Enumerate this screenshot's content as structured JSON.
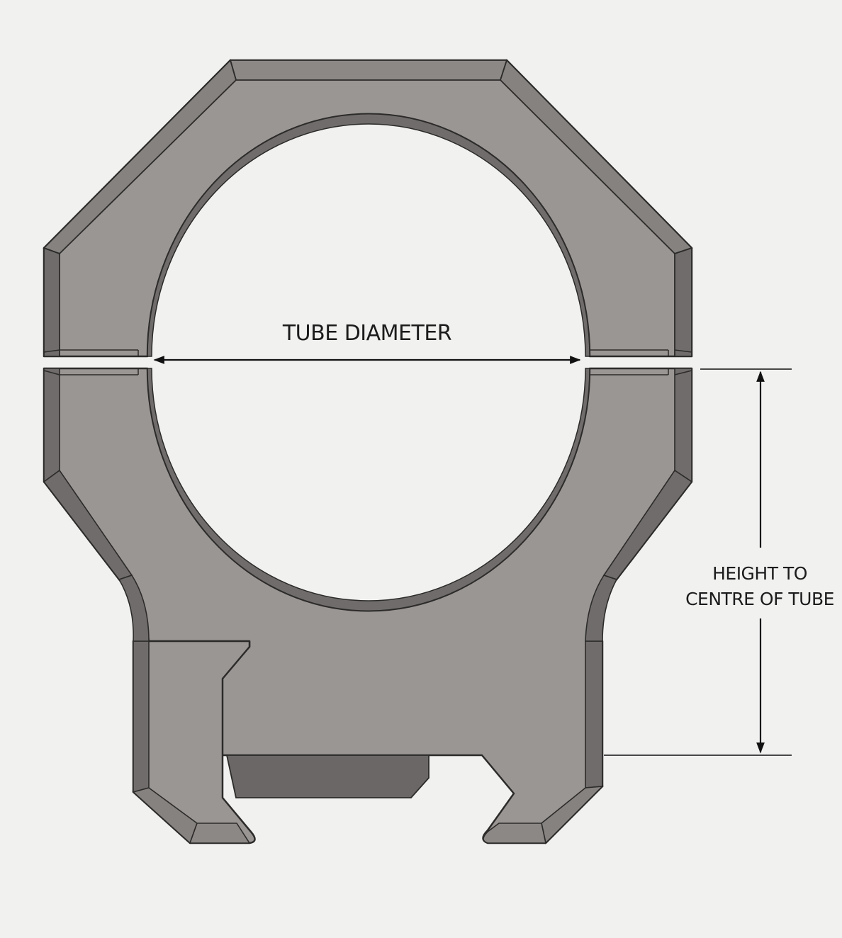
{
  "labels": {
    "tube_diameter": "TUBE DIAMETER",
    "height_line1": "HEIGHT TO",
    "height_line2": "CENTRE OF TUBE"
  },
  "colors": {
    "background": "#f1f1f0",
    "body": "#9a9694",
    "bevel": "#858280",
    "dark_side": "#6f6c6b",
    "outline": "#2c2b2a",
    "dimension_line": "#111111"
  }
}
